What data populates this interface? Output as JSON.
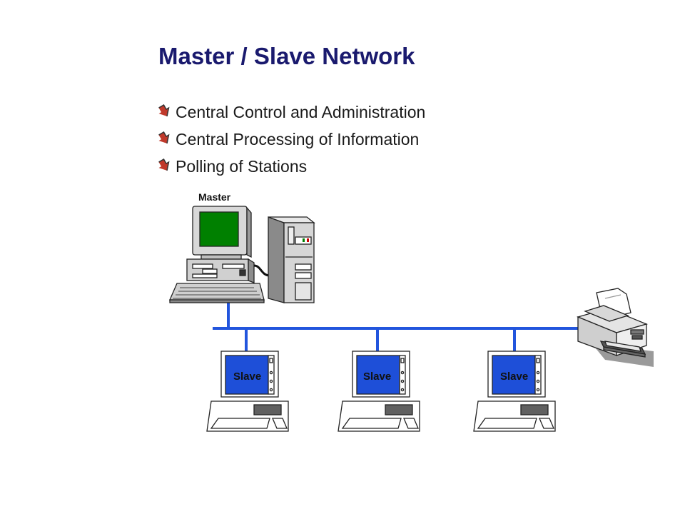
{
  "slide": {
    "title": "Master / Slave Network",
    "bullets": [
      "Central Control and Administration",
      "Central Processing of Information",
      "Polling of Stations"
    ]
  },
  "diagram": {
    "master_label": "Master",
    "slave_labels": [
      "Slave",
      "Slave",
      "Slave"
    ],
    "colors": {
      "title": "#1a1a6e",
      "bus": "#2255dd",
      "master_screen": "#008000",
      "slave_screen": "#1e4fd8",
      "bullet_arrow": "#c0392b"
    },
    "icons": [
      "bullet-arrow-icon",
      "master-computer-icon",
      "server-tower-icon",
      "slave-computer-icon",
      "printer-icon"
    ]
  }
}
